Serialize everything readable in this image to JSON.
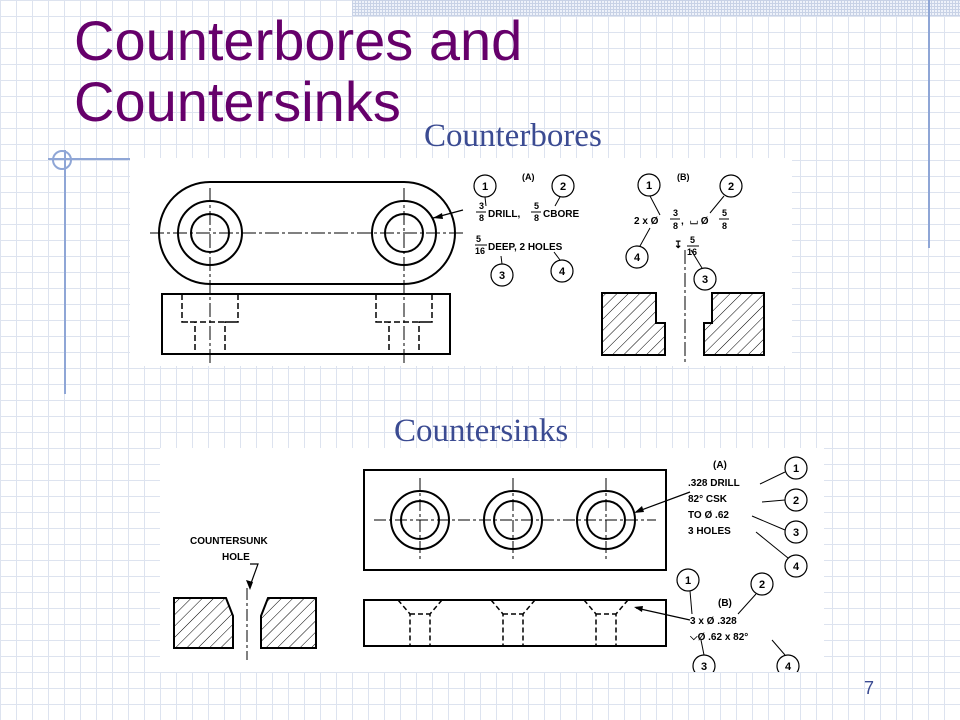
{
  "slide": {
    "title_line1": "Counterbores and",
    "title_line2": "Countersinks",
    "subtitle_counterbores": "Counterbores",
    "subtitle_countersinks": "Countersinks",
    "page_number": "7"
  },
  "counterbore_note_a": {
    "label": "(A)",
    "drill_num": "3",
    "drill_den": "8",
    "drill_text": "DRILL,",
    "cbore_num": "5",
    "cbore_den": "8",
    "cbore_text": "CBORE",
    "deep_num": "5",
    "deep_den": "16",
    "deep_text": "DEEP, 2 HOLES",
    "balloons": [
      "1",
      "2",
      "3",
      "4"
    ]
  },
  "counterbore_note_b": {
    "label": "(B)",
    "qty": "2 x Ø",
    "drill_num": "3",
    "drill_den": "8",
    "sep": ",",
    "cbore_sym": "⌴ Ø",
    "cbore_num": "5",
    "cbore_den": "8",
    "depth_sym": "↧",
    "depth_num": "5",
    "depth_den": "16",
    "balloons": [
      "1",
      "2",
      "3",
      "4"
    ]
  },
  "countersink_note_a": {
    "label": "(A)",
    "lines": [
      ".328 DRILL",
      "82° CSK",
      "TO Ø .62",
      "3 HOLES"
    ],
    "balloons": [
      "1",
      "2",
      "3",
      "4"
    ]
  },
  "countersink_note_b": {
    "label": "(B)",
    "lines": [
      "3 x Ø .328",
      "⌵Ø .62 x 82°"
    ],
    "balloons": [
      "1",
      "2",
      "3",
      "4"
    ]
  },
  "countersunk_callout": {
    "line1": "COUNTERSUNK",
    "line2": "HOLE"
  },
  "colors": {
    "title": "#66006b",
    "subtitle": "#3b4b92",
    "grid": "#dde3ef",
    "accent_lines": "#8fa6d6"
  }
}
